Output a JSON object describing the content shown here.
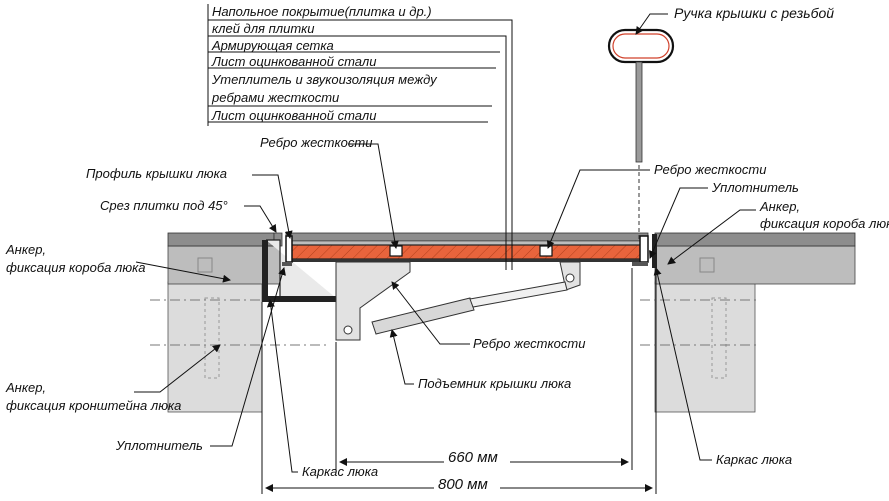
{
  "layers": [
    "Напольное покрытие(плитка и др.)",
    "клей для плитки",
    "Армирующая сетка",
    "Лист оцинкованной стали",
    "Утеплитель и звукоизоляция между",
    "ребрами жесткости",
    "Лист оцинкованной стали"
  ],
  "labels": {
    "handle": "Ручка крышки с резьбой",
    "rib_top": "Ребро жесткости",
    "rib_right": "Ребро жесткости",
    "seal_right": "Уплотнитель",
    "anchor_box_right": "Анкер, фиксация короба люка",
    "profile": "Профиль крышки люка",
    "tile_cut": "Срез плитки под 45°",
    "anchor_box_left": "Анкер, фиксация короба люка",
    "rib_mid": "Ребро жесткости",
    "lift": "Подъемник крышки люка",
    "anchor_bracket": "Анкер, фиксация кронштейна люка",
    "seal_left": "Уплотнитель",
    "frame_left": "Каркас люка",
    "frame_right": "Каркас люка"
  },
  "dimensions": {
    "inner": "660 мм",
    "outer": "800 мм"
  }
}
